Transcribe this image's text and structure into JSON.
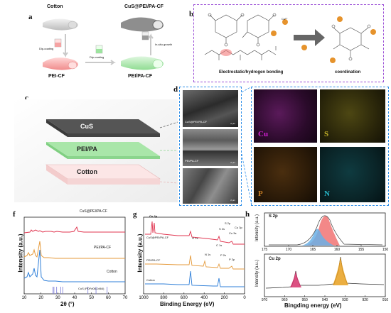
{
  "panel_labels": {
    "a": "a",
    "b": "b",
    "c": "c",
    "d": "d",
    "f": "f",
    "g": "g",
    "h": "h"
  },
  "panel_a": {
    "cotton": "Cotton",
    "cus_top": "CuS@PEI/PA-CF",
    "pei_cf": "PEI-CF",
    "pei_pa_cf": "PEI/PA-CF",
    "dip1": "Dip-coating",
    "dip2": "Dip-coating",
    "insitu": "In-situ growth"
  },
  "panel_b": {
    "bonding": "Electrostatic/hydrogen bonding",
    "coordination": "coordination",
    "ion": "Cu²⁺",
    "colors": {
      "border": "#9b4fd6"
    }
  },
  "panel_c": {
    "cus": "CuS",
    "pei_pa": "PEI/PA",
    "cotton": "Cotton"
  },
  "panel_d": {
    "sem1": "CuS@PEI/PA-CF",
    "sem2": "PEI/PA-CF",
    "scale": "2 μm",
    "eds": [
      "Cu",
      "S",
      "P",
      "N"
    ],
    "colors": {
      "Cu": "#d21fd2",
      "S": "#c9b62a",
      "P": "#c27a22",
      "N": "#27b7c9",
      "frame": "#2f8fe8"
    }
  },
  "chart_data": [
    {
      "type": "line",
      "panel": "f",
      "xlabel": "2θ (°)",
      "ylabel": "Intensity (a.u.)",
      "xlim": [
        10,
        70
      ],
      "xticks": [
        "10",
        "20",
        "30",
        "40",
        "50",
        "60",
        "70"
      ],
      "series": [
        {
          "name": "CuS@PEI/PA-CF",
          "color": "#e0344f"
        },
        {
          "name": "PEI/PA-CF",
          "color": "#e59a3b"
        },
        {
          "name": "Cotton",
          "color": "#2f7fd8"
        }
      ],
      "reference": {
        "name": "CuS (PDF#06-0464)",
        "positions": [
          27.1,
          27.7,
          29.3,
          31.8,
          32.9,
          47.9,
          52.7,
          59.3
        ]
      }
    },
    {
      "type": "line",
      "panel": "g",
      "xlabel": "Binding Energy (eV)",
      "ylabel": "Intensity (a.u.)",
      "xlim": [
        1000,
        0
      ],
      "xticks": [
        "1000",
        "800",
        "600",
        "400",
        "200",
        "0"
      ],
      "series": [
        {
          "name": "CuS@PEI/PA-CF",
          "color": "#e0344f"
        },
        {
          "name": "PEI/PA-CF",
          "color": "#e59a3b"
        },
        {
          "name": "Cotton",
          "color": "#2f7fd8"
        }
      ],
      "annotations": [
        "Cu 2p",
        "O 1s",
        "C 1s",
        "S 2s",
        "S 2p",
        "Cu 3s",
        "Cu 3p",
        "N 1s",
        "P 2s",
        "P 2p"
      ]
    },
    {
      "type": "area",
      "panel": "h-top",
      "title": "S 2p",
      "ylabel": "Intensity (a.u.)",
      "xlim": [
        175,
        150
      ],
      "xticks": [
        "175",
        "170",
        "165",
        "160",
        "155",
        "150"
      ],
      "components": [
        {
          "center": 162.2,
          "color": "#f06a6a"
        },
        {
          "center": 163.4,
          "color": "#6ab0e6"
        }
      ]
    },
    {
      "type": "line",
      "panel": "h-bottom",
      "title": "Cu 2p",
      "xlabel": "Bingding energy (eV)",
      "ylabel": "Intensity (a.u.)",
      "xlim": [
        970,
        910
      ],
      "xticks": [
        "970",
        "960",
        "950",
        "940",
        "930",
        "920",
        "910"
      ],
      "peaks": [
        {
          "center": 952.3,
          "color": "#d6336c"
        },
        {
          "center": 932.5,
          "color": "#e8a020"
        }
      ]
    }
  ]
}
